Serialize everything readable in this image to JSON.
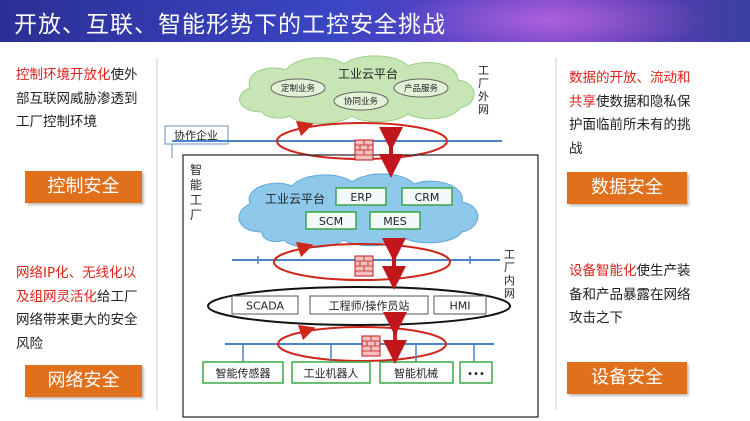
{
  "title": "开放、互联、智能形势下的工控安全挑战",
  "left_top": {
    "highlight": "控制环境开放化",
    "rest": "使外部互联网威胁渗透到工厂控制环境",
    "button": "控制安全"
  },
  "left_bottom": {
    "highlight": "网络IP化、无线化以及组网灵活化",
    "rest": "给工厂网络带来更大的安全风险",
    "button": "网络安全"
  },
  "right_top": {
    "highlight": "数据的开放、流动和共享",
    "rest": "使数据和隐私保护面临前所未有的挑战",
    "button": "数据安全"
  },
  "right_bottom": {
    "highlight": "设备智能化",
    "rest": "使生产装备和产品暴露在网络攻击之下",
    "button": "设备安全"
  },
  "diagram": {
    "outer_cloud": {
      "title": "工业云平台",
      "items": [
        "定制业务",
        "协同业务",
        "产品服务"
      ],
      "side_label": [
        "工",
        "厂",
        "外",
        "网"
      ]
    },
    "partner": "协作企业",
    "factory_label": [
      "智",
      "能",
      "工",
      "厂"
    ],
    "inner_cloud": {
      "title": "工业云平台",
      "items": [
        "ERP",
        "CRM",
        "SCM",
        "MES"
      ]
    },
    "intranet_label": [
      "工",
      "厂",
      "内",
      "网"
    ],
    "control_systems": [
      "SCADA",
      "工程师/操作员站",
      "HMI"
    ],
    "field_devices": [
      "智能传感器",
      "工业机器人",
      "智能机械",
      "•••"
    ]
  },
  "colors": {
    "accent_orange": "#e0701c",
    "highlight_red": "#e0211b",
    "cloud_green": "#c7e5b5",
    "cloud_blue": "#8ec9ec",
    "ring_red": "#d0271d",
    "box_green": "#3aa845"
  }
}
